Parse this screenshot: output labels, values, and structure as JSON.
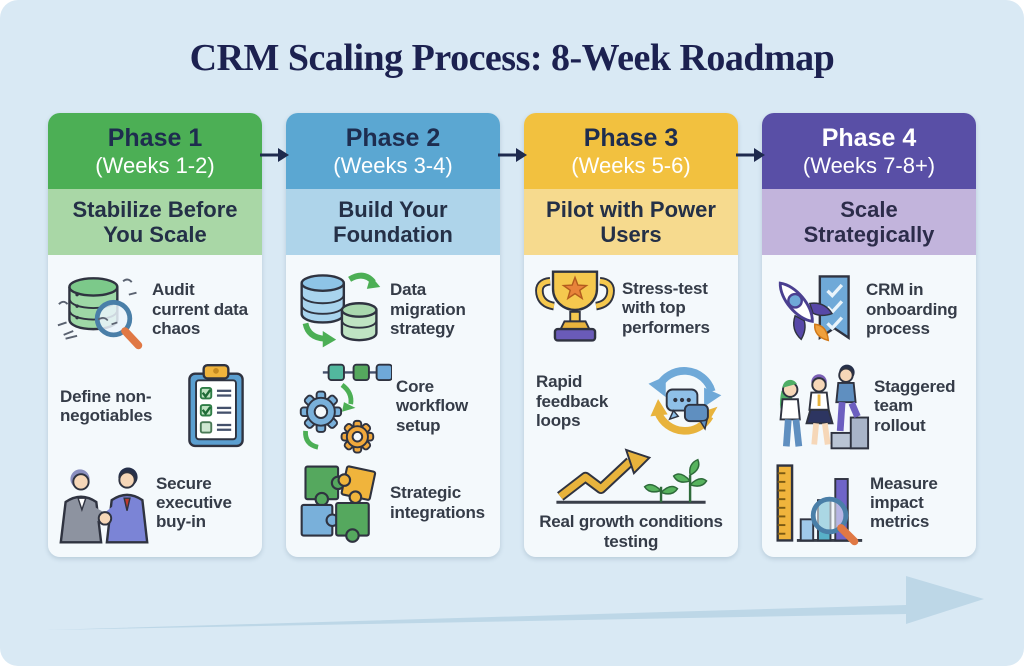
{
  "title": "CRM Scaling Process: 8-Week Roadmap",
  "colors": {
    "background": "#d9e9f4",
    "title_text": "#1c2150",
    "body_panel": "#f4f9fc",
    "item_text": "#353c48",
    "connector_arrow": "#1e2a4e",
    "bottom_arrow": "#bdd7e7"
  },
  "phases": [
    {
      "name": "Phase 1",
      "weeks": "(Weeks 1-2)",
      "subtitle": "Stabilize Before You Scale",
      "header_bg": "#4caf55",
      "subtitle_bg": "#a9d7a6",
      "name_color": "#1e2d4f",
      "weeks_color": "#ffffff",
      "subtitle_color": "#243047",
      "items": [
        {
          "icon": "database-audit-icon",
          "text": "Audit current data chaos"
        },
        {
          "icon": "clipboard-checklist-icon",
          "text": "Define non-negotiables"
        },
        {
          "icon": "handshake-icon",
          "text": "Secure executive buy-in"
        }
      ]
    },
    {
      "name": "Phase 2",
      "weeks": "(Weeks 3-4)",
      "subtitle": "Build Your Foundation",
      "header_bg": "#5ba7d2",
      "subtitle_bg": "#aed4ea",
      "name_color": "#1e2d4f",
      "weeks_color": "#ffffff",
      "subtitle_color": "#243047",
      "items": [
        {
          "icon": "database-migration-icon",
          "text": "Data migration strategy"
        },
        {
          "icon": "gears-workflow-icon",
          "text": "Core workflow setup"
        },
        {
          "icon": "puzzle-pieces-icon",
          "text": "Strategic integrations"
        }
      ]
    },
    {
      "name": "Phase 3",
      "weeks": "(Weeks 5-6)",
      "subtitle": "Pilot with Power Users",
      "header_bg": "#f2c13f",
      "subtitle_bg": "#f6da8e",
      "name_color": "#1e2d4f",
      "weeks_color": "#ffffff",
      "subtitle_color": "#243047",
      "items": [
        {
          "icon": "trophy-icon",
          "text": "Stress-test with top performers"
        },
        {
          "icon": "feedback-loop-icon",
          "text": "Rapid feedback loops"
        },
        {
          "icon": "growth-chart-icon",
          "text": "Real growth conditions testing"
        }
      ]
    },
    {
      "name": "Phase 4",
      "weeks": "(Weeks 7-8+)",
      "subtitle": "Scale Strategically",
      "header_bg": "#594fa6",
      "subtitle_bg": "#c2b4dc",
      "name_color": "#ffffff",
      "weeks_color": "#ffffff",
      "subtitle_color": "#2c2c4a",
      "items": [
        {
          "icon": "rocket-checklist-icon",
          "text": "CRM in onboarding process"
        },
        {
          "icon": "team-rollout-icon",
          "text": "Staggered team rollout"
        },
        {
          "icon": "metrics-magnifier-icon",
          "text": "Measure impact metrics"
        }
      ]
    }
  ]
}
